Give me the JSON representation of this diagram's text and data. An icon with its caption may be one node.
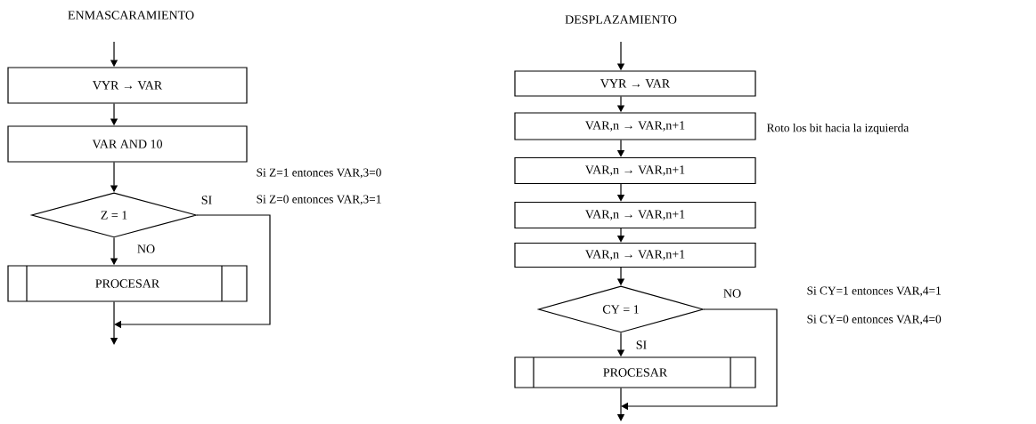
{
  "diagram": {
    "nodes": [
      {
        "text": [
          "VYR → VAR"
        ]
      },
      {
        "text": [
          "VAR AND 10"
        ]
      },
      {
        "text": [
          "Z = 1"
        ]
      },
      {
        "text": [
          "PROCESAR"
        ]
      },
      {
        "text": [
          "VYR → VAR"
        ]
      },
      {
        "text": [
          "VAR,n → VAR,n+1"
        ],
        "beside": [
          "Roto los bit hacia la izquierda"
        ]
      },
      {
        "text": [
          "VAR,n → VAR,n+1"
        ]
      },
      {
        "text": [
          "VAR,n → VAR,n+1"
        ]
      },
      {
        "text": [
          "VAR,n → VAR,n+1"
        ]
      },
      {
        "text": [
          "CY = 1"
        ]
      },
      {
        "text": [
          "PROCESAR"
        ]
      }
    ],
    "edges": [
      {
        "from": null,
        "to": 0,
        "arrow": "to"
      },
      {
        "from": 0,
        "to": 1,
        "arrow": "to"
      },
      {
        "from": 1,
        "to": 2,
        "arrow": "to"
      },
      {
        "from": 2,
        "to": 3,
        "arrow": "to",
        "label": "NO"
      },
      {
        "from": 2,
        "to": null,
        "arrow": "to",
        "label": "SI"
      },
      {
        "from": 3,
        "to": null,
        "arrow": "to"
      },
      {
        "from": null,
        "to": 4,
        "arrow": "to"
      },
      {
        "from": 4,
        "to": 5,
        "arrow": "to"
      },
      {
        "from": 5,
        "to": 6,
        "arrow": "to"
      },
      {
        "from": 6,
        "to": 7,
        "arrow": "to"
      },
      {
        "from": 7,
        "to": 8,
        "arrow": "to"
      },
      {
        "from": 8,
        "to": 9,
        "arrow": "to"
      },
      {
        "from": 9,
        "to": 10,
        "arrow": "to",
        "label": "SI"
      },
      {
        "from": 9,
        "to": null,
        "arrow": "to",
        "label": "NO"
      },
      {
        "from": 10,
        "to": null,
        "arrow": "to"
      }
    ],
    "labels": [
      "ENMASCARAMIENTO",
      "Si Z=1 entonces VAR,3=0",
      "Si Z=0 entonces VAR,3=1",
      "DESPLAZAMIENTO",
      "Si CY=1 entonces VAR,4=1",
      "Si CY=0 entonces VAR,4=0"
    ]
  }
}
